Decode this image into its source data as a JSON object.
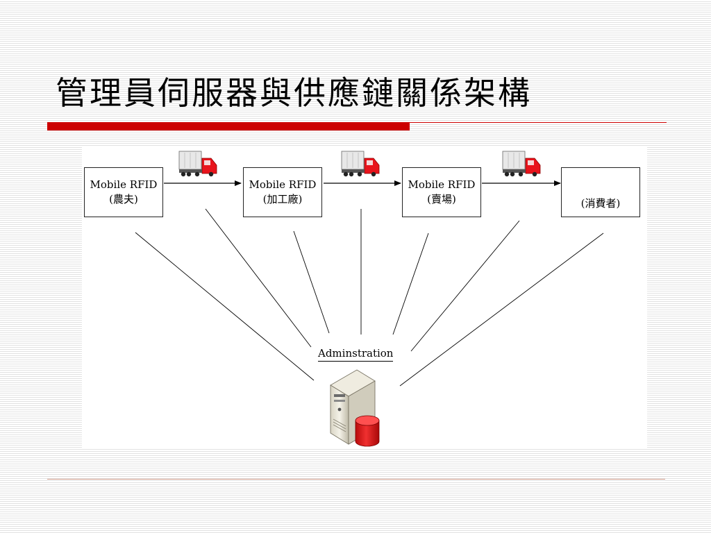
{
  "slide": {
    "title": "管理員伺服器與供應鏈關係架構"
  },
  "diagram": {
    "nodes": [
      {
        "line1": "Mobile RFID",
        "line2": "(農夫)"
      },
      {
        "line1": "Mobile RFID",
        "line2": "(加工廠)"
      },
      {
        "line1": "Mobile RFID",
        "line2": "(賣場)"
      },
      {
        "line1": "",
        "line2": "(消費者)"
      }
    ],
    "admin_label": "Adminstration",
    "icons": {
      "truck": "truck-icon",
      "users": "users-icon",
      "server": "server-database-icon"
    },
    "colors": {
      "accent_red": "#cc0000",
      "truck_cab": "#e8141c",
      "user_green": "#4caf50",
      "database_red": "#e01818"
    }
  }
}
